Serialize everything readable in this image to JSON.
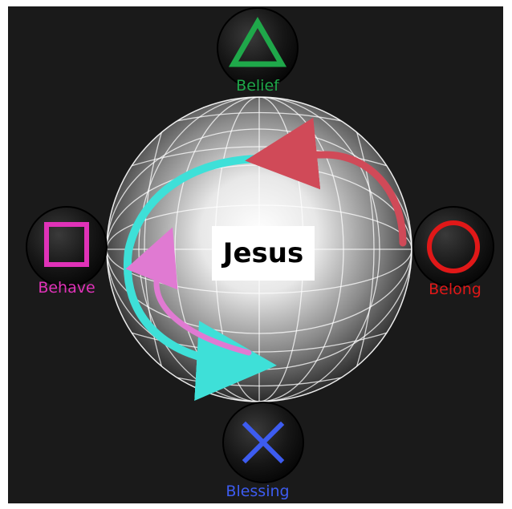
{
  "center": {
    "label": "Jesus"
  },
  "buttons": {
    "top": {
      "label": "Belief",
      "icon": "triangle-icon",
      "color": "#1fa84a"
    },
    "right": {
      "label": "Belong",
      "icon": "circle-icon",
      "color": "#e01818"
    },
    "bottom": {
      "label": "Blessing",
      "icon": "cross-icon",
      "color": "#3d5cf0"
    },
    "left": {
      "label": "Behave",
      "icon": "square-icon",
      "color": "#e032b8"
    }
  },
  "arrows": {
    "cyan": "#3ee0d8",
    "pink": "#e07ad2",
    "red": "#d04a58"
  },
  "background": "#1a1a1a"
}
